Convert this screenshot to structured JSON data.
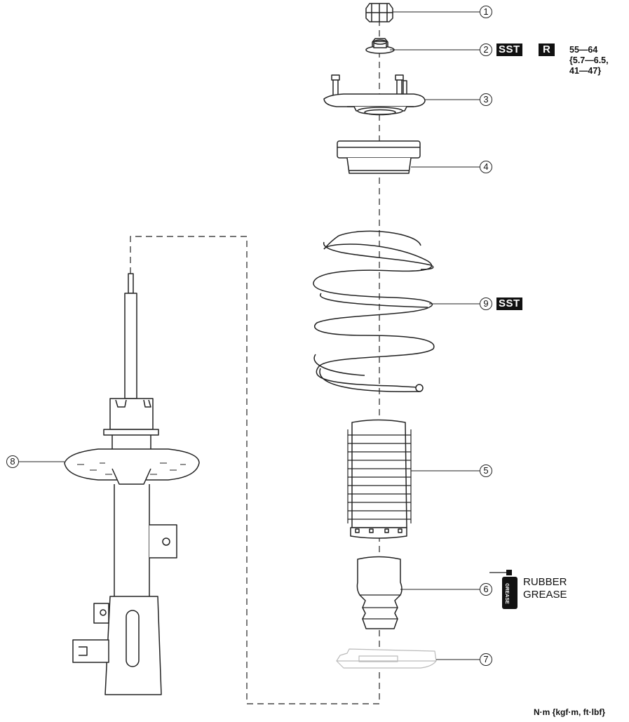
{
  "callouts": {
    "c1": "1",
    "c2": "2",
    "c3": "3",
    "c4": "4",
    "c5": "5",
    "c6": "6",
    "c7": "7",
    "c8": "8",
    "c9": "9"
  },
  "badges": {
    "sst_2": "SST",
    "r_2": "R",
    "sst_9": "SST"
  },
  "torque": {
    "line1": "55—64",
    "line2": "{5.7—6.5,",
    "line3": "41—47}"
  },
  "grease": {
    "line1": "RUBBER",
    "line2": "GREASE",
    "can_label": "GREASE"
  },
  "units": "N·m {kgf·m, ft·lbf}"
}
